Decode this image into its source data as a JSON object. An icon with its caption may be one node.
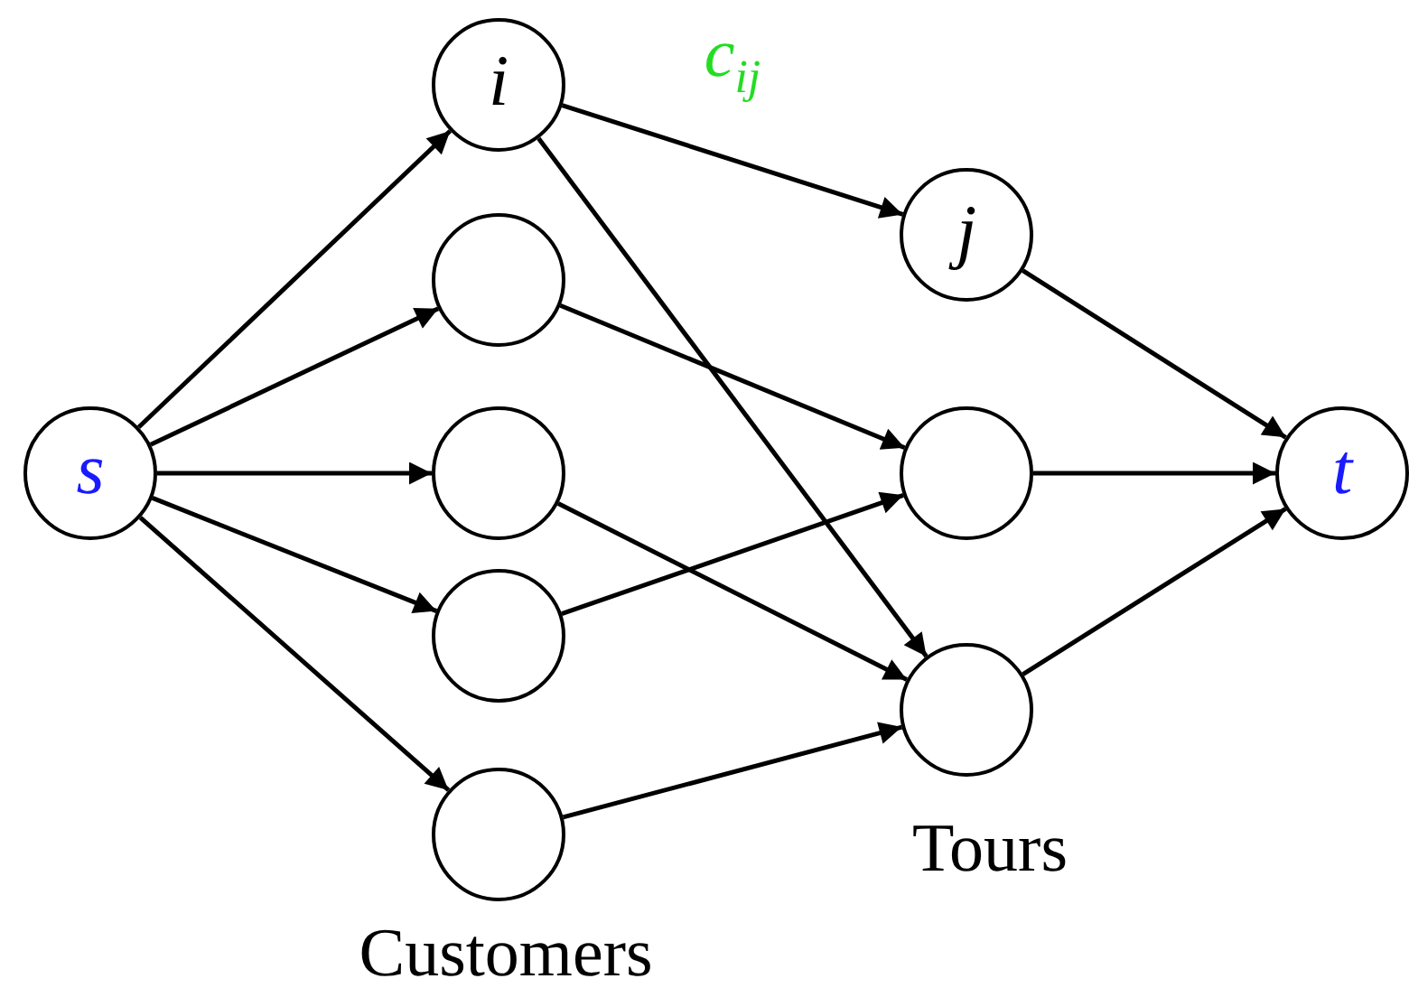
{
  "diagram": {
    "nodes": [
      {
        "text": [
          "s"
        ]
      },
      {
        "text": [
          "i"
        ]
      },
      {
        "text": [],
        "shape": "circle"
      },
      {
        "text": [],
        "shape": "circle"
      },
      {
        "text": [],
        "shape": "circle"
      },
      {
        "text": [],
        "shape": "circle"
      },
      {
        "text": [
          "j"
        ]
      },
      {
        "text": [],
        "shape": "circle"
      },
      {
        "text": [],
        "shape": "circle"
      },
      {
        "text": [
          "t"
        ]
      }
    ],
    "edges": [
      {
        "from": 0,
        "to": 1,
        "arrow": "to"
      },
      {
        "from": 0,
        "to": 2,
        "arrow": "to"
      },
      {
        "from": 0,
        "to": 3,
        "arrow": "to"
      },
      {
        "from": 0,
        "to": 4,
        "arrow": "to"
      },
      {
        "from": 0,
        "to": 5,
        "arrow": "to"
      },
      {
        "from": 1,
        "to": 6,
        "arrow": "to",
        "label": "c$_{ij}$"
      },
      {
        "from": 1,
        "to": 8,
        "arrow": "to"
      },
      {
        "from": 2,
        "to": 7,
        "arrow": "to"
      },
      {
        "from": 3,
        "to": 8,
        "arrow": "to"
      },
      {
        "from": 4,
        "to": 7,
        "arrow": "to"
      },
      {
        "from": 5,
        "to": 8,
        "arrow": "to"
      },
      {
        "from": 6,
        "to": 9,
        "arrow": "to"
      },
      {
        "from": 7,
        "to": 9,
        "arrow": "to"
      },
      {
        "from": 8,
        "to": 9,
        "arrow": "to"
      }
    ],
    "labels": [
      "Tours",
      "Customers"
    ]
  }
}
